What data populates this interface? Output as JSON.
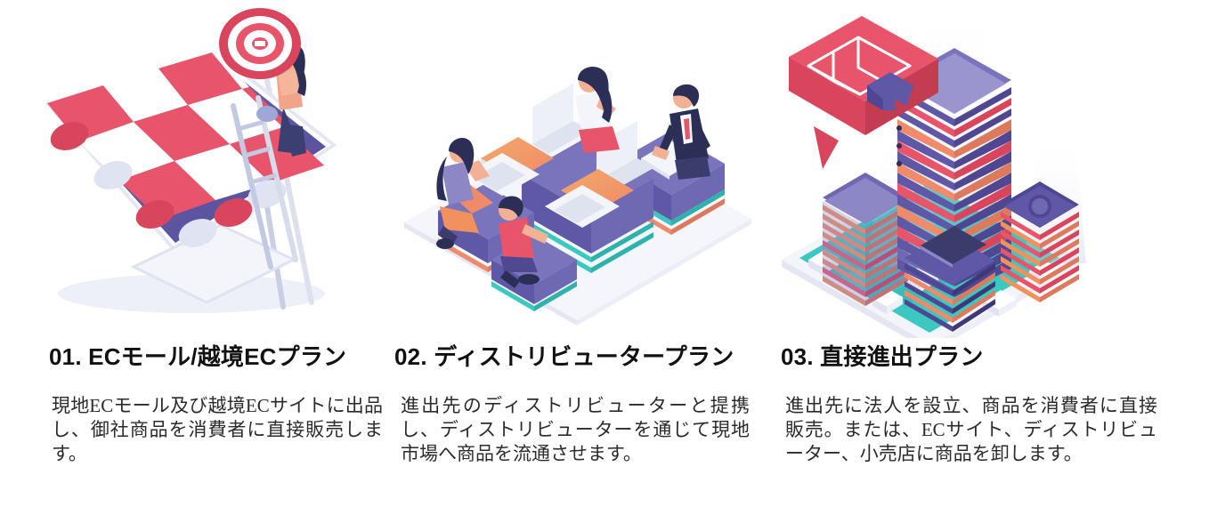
{
  "page": {
    "background_color": "#ffffff",
    "title": "海外進出プラン 3種"
  },
  "palette": {
    "purple": "#6059a8",
    "purple_dark": "#4f4792",
    "purple_light": "#8d87c6",
    "red": "#e8556a",
    "red_dark": "#d8455c",
    "teal": "#3cc8c0",
    "orange": "#f0915e",
    "white": "#ffffff",
    "grey_light": "#e7e9f3",
    "grey_mid": "#c9cee4",
    "navy": "#2b2e55",
    "skin": "#f2b195",
    "text_dark": "#111111",
    "body_text": "#2b2b2b"
  },
  "columns": [
    {
      "id": "plan-01",
      "number": "01.",
      "heading": "01. ECモール/越境ECプラン",
      "body": "現地ECモール及び越境ECサイトに出品し、御社商品を消費者に直接販売します。",
      "illustration": {
        "name": "ec-mall-monitor-illustration",
        "description": "isometric computer monitor styled as a shop with red and white striped awning, woman on a ladder mounting a red bullseye target",
        "elements": [
          "monitor-screen",
          "striped-awning",
          "ladder",
          "woman-figure",
          "target-bullseye",
          "monitor-stand"
        ]
      }
    },
    {
      "id": "plan-02",
      "number": "02.",
      "heading": "02. ディストリビュータープラン",
      "body": "進出先のディストリビューターと提携し、ディストリビューターを通じて現地市場へ商品を流通させます。",
      "illustration": {
        "name": "distributor-office-illustration",
        "description": "isometric office scene with four people working at purple desks with laptops on a white platform, teal and orange accent stripes",
        "elements": [
          "office-platform",
          "desk-block",
          "laptop",
          "woman-seated-figure",
          "boy-seated-figure",
          "woman-standing-figure",
          "businessman-figure"
        ]
      }
    },
    {
      "id": "plan-03",
      "number": "03.",
      "heading": "03. 直接進出プラン",
      "body": "進出先に法人を設立、商品を消費者に直接販売。または、ECサイト、ディストリビューター、小売店に商品を卸します。",
      "illustration": {
        "name": "direct-entry-city-illustration",
        "description": "isometric city with stacked skyscrapers on a teal circuit-like platform and a red speech-bubble map card with a blue location pin",
        "elements": [
          "city-platform",
          "tall-tower",
          "mid-tower",
          "short-tower",
          "low-building",
          "map-pin-bubble",
          "location-pin"
        ]
      }
    }
  ]
}
